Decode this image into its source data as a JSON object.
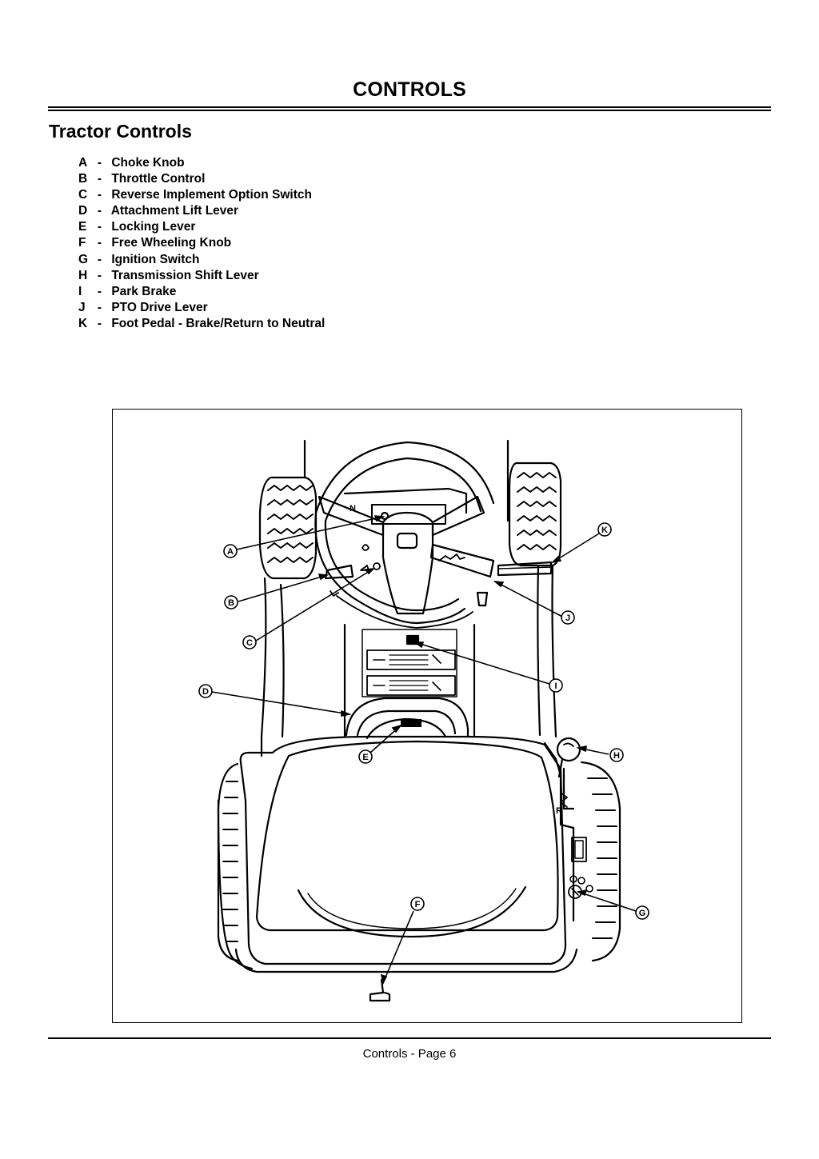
{
  "header": {
    "title": "CONTROLS"
  },
  "section": {
    "title": "Tractor Controls"
  },
  "legend": [
    {
      "key": "A",
      "sep": "-",
      "label": "Choke Knob"
    },
    {
      "key": "B",
      "sep": "-",
      "label": "Throttle Control"
    },
    {
      "key": "C",
      "sep": "-",
      "label": "Reverse Implement Option Switch"
    },
    {
      "key": "D",
      "sep": "-",
      "label": "Attachment Lift Lever"
    },
    {
      "key": "E",
      "sep": "-",
      "label": "Locking Lever"
    },
    {
      "key": "F",
      "sep": "-",
      "label": "Free Wheeling Knob"
    },
    {
      "key": "G",
      "sep": "-",
      "label": "Ignition Switch"
    },
    {
      "key": "H",
      "sep": "-",
      "label": "Transmission Shift Lever"
    },
    {
      "key": "I",
      "sep": "-",
      "label": "Park Brake"
    },
    {
      "key": "J",
      "sep": "-",
      "label": "PTO Drive Lever"
    },
    {
      "key": "K",
      "sep": "-",
      "label": "Foot Pedal - Brake/Return to Neutral"
    }
  ],
  "figure": {
    "callouts": {
      "A": "A",
      "B": "B",
      "C": "C",
      "D": "D",
      "E": "E",
      "F": "F",
      "G": "G",
      "H": "H",
      "I": "I",
      "J": "J",
      "K": "K"
    },
    "dash_letters": {
      "n": "N",
      "r": "R"
    }
  },
  "footer": {
    "text": "Controls - Page 6"
  }
}
